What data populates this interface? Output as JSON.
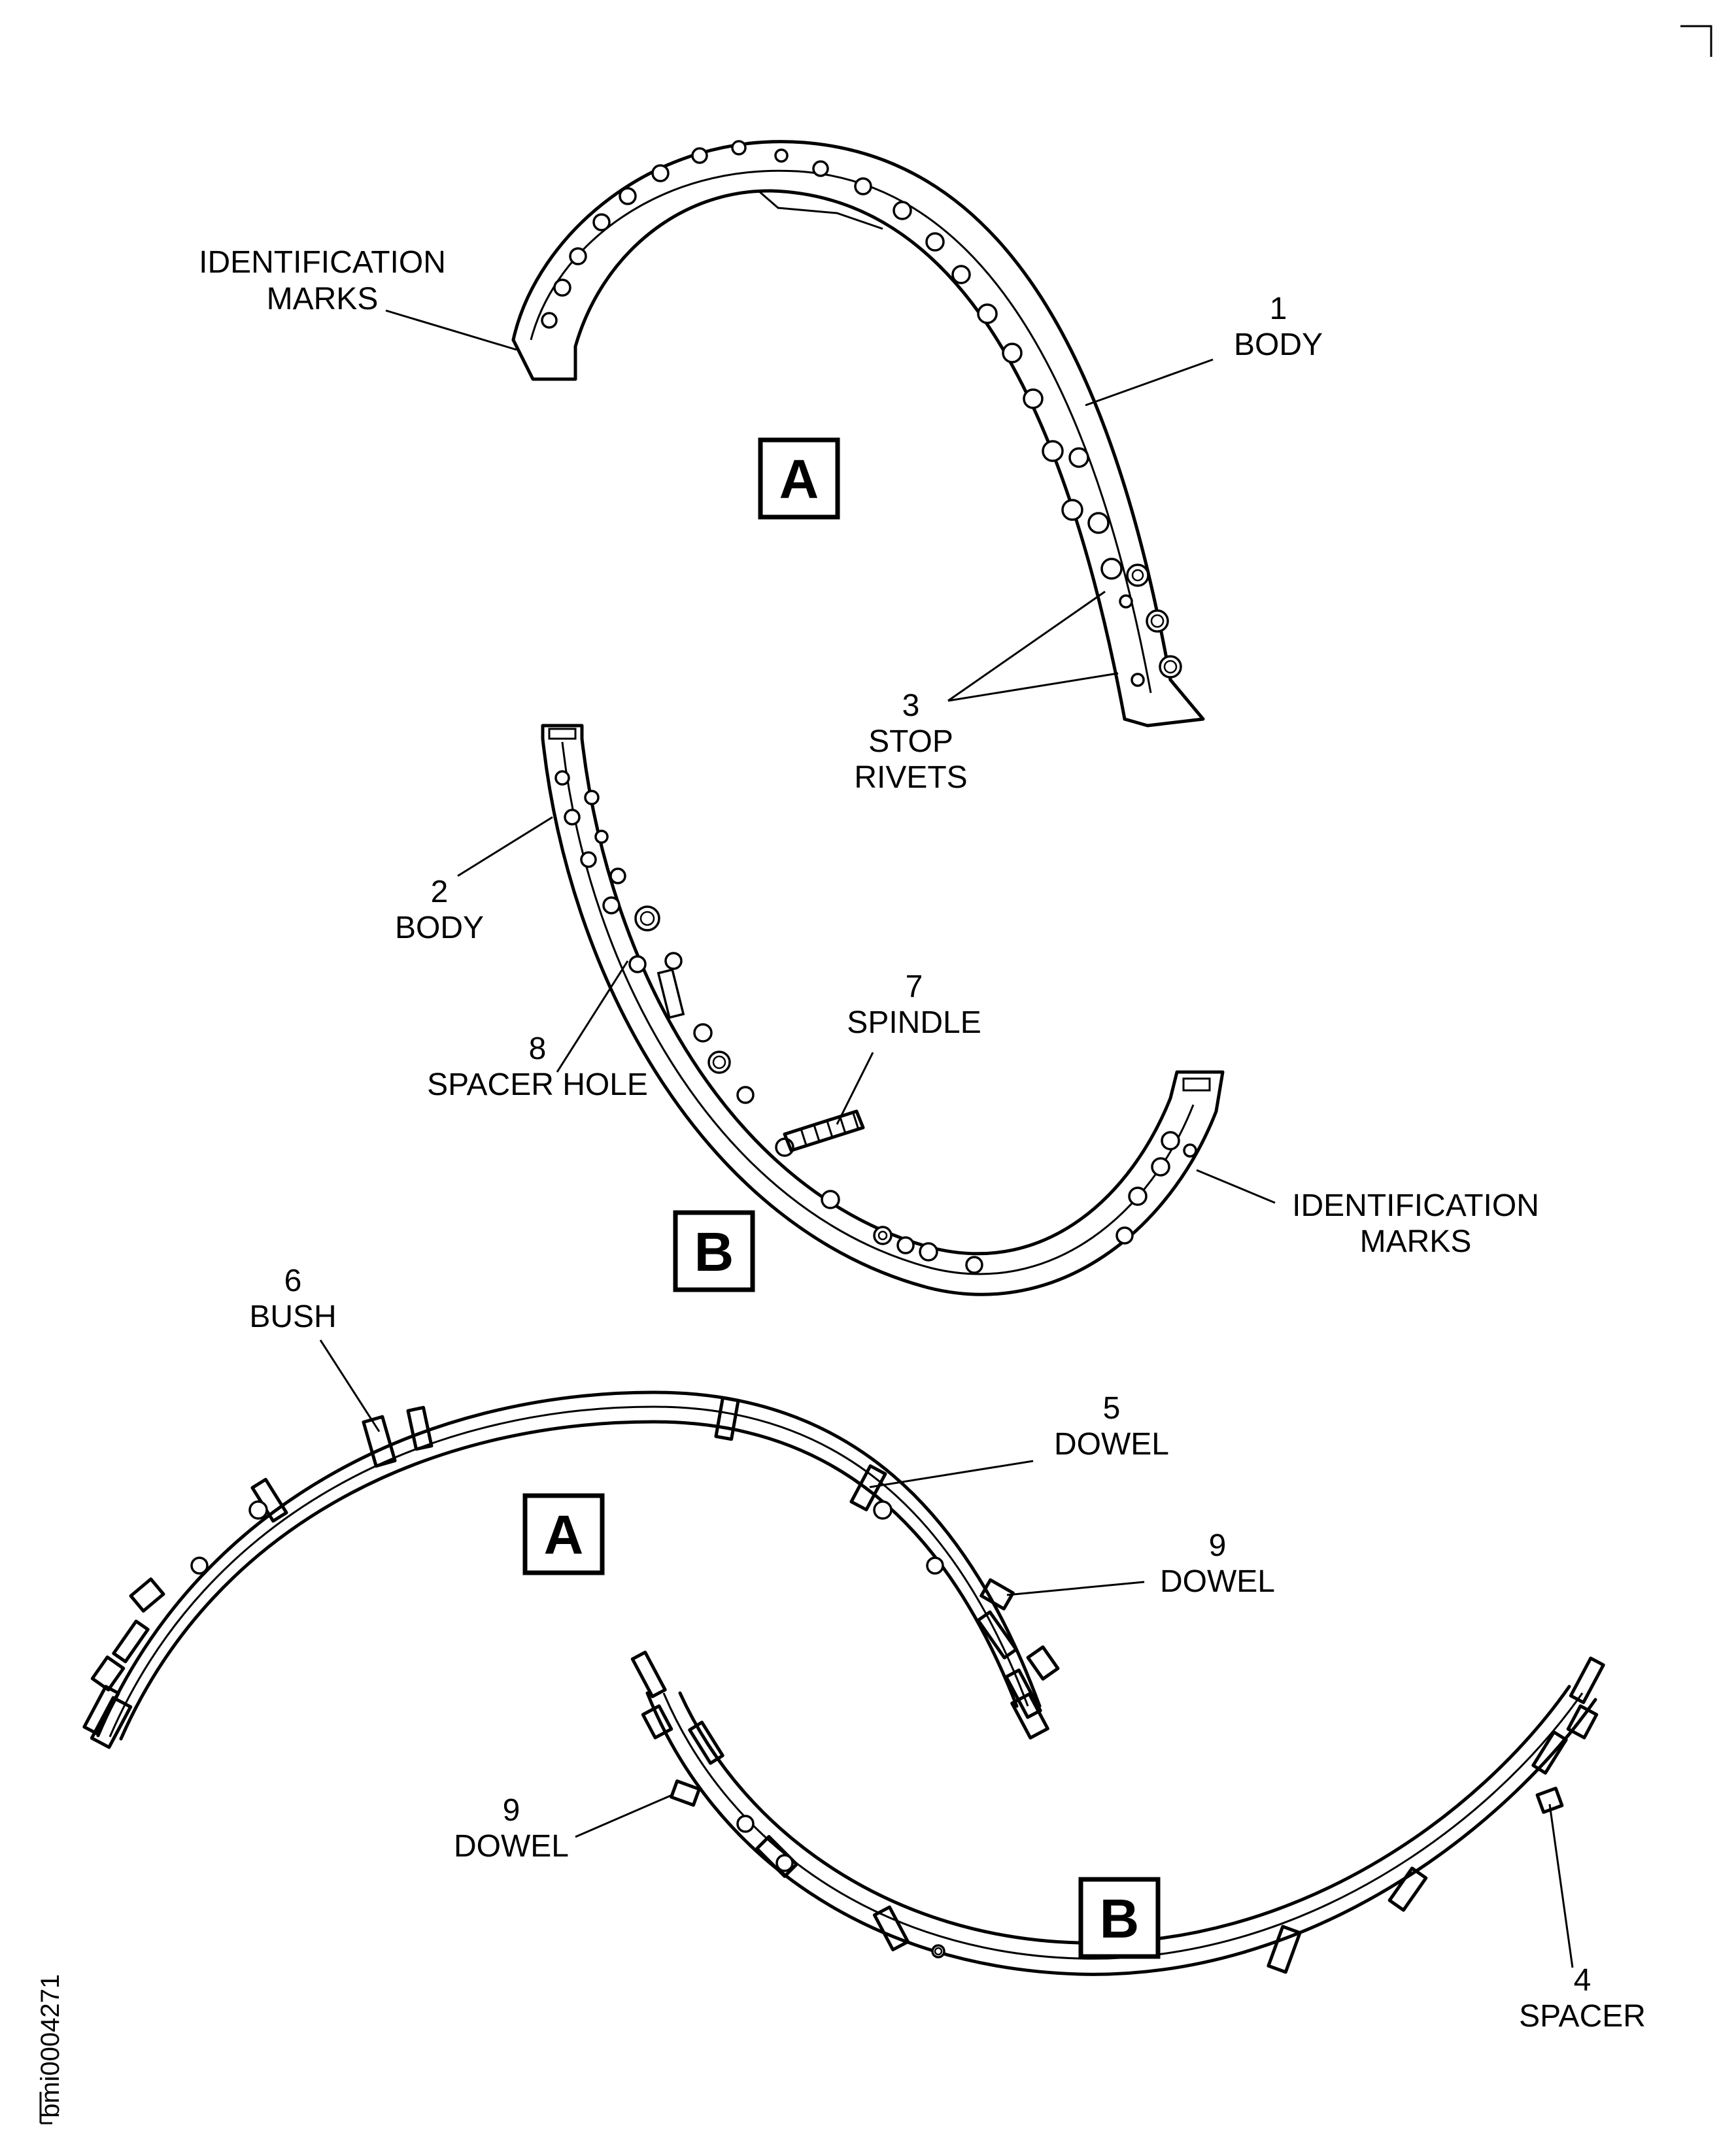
{
  "labels": {
    "ident_marks_a": [
      "IDENTIFICATION",
      "MARKS"
    ],
    "body_1": [
      "1",
      "BODY"
    ],
    "stop_rivets_3": [
      "3",
      "STOP",
      "RIVETS"
    ],
    "body_2": [
      "2",
      "BODY"
    ],
    "spindle_7": [
      "7",
      "SPINDLE"
    ],
    "spacer_hole_8": [
      "8",
      "SPACER HOLE"
    ],
    "ident_marks_b": [
      "IDENTIFICATION",
      "MARKS"
    ],
    "bush_6": [
      "6",
      "BUSH"
    ],
    "dowel_5": [
      "5",
      "DOWEL"
    ],
    "dowel_9_right": [
      "9",
      "DOWEL"
    ],
    "dowel_9_left": [
      "9",
      "DOWEL"
    ],
    "spacer_4": [
      "4",
      "SPACER"
    ]
  },
  "view_boxes": {
    "upper_a": "A",
    "upper_b": "B",
    "lower_a": "A",
    "lower_b": "B"
  },
  "document_id": "bmi0004271"
}
